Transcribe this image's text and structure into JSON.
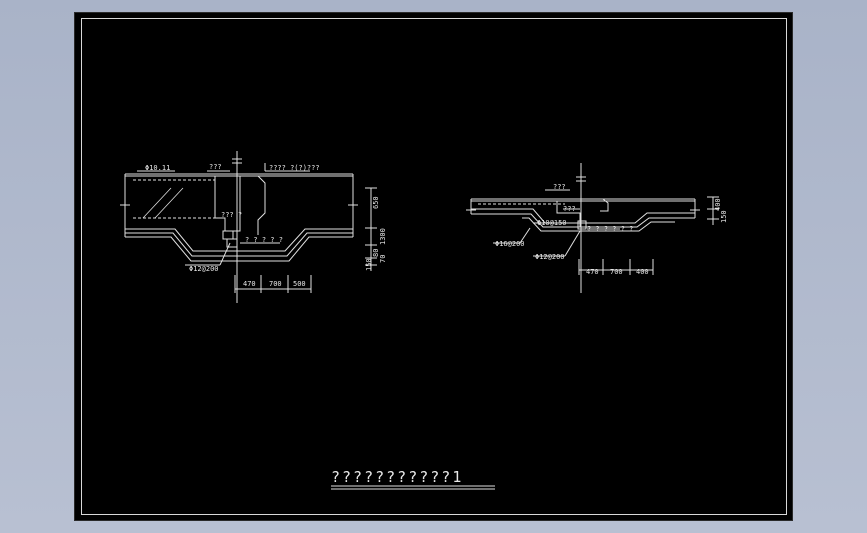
{
  "sheet_title": "???????????1",
  "left_detail": {
    "label_top_left": "Φ10.11",
    "label_top_mid": "???",
    "label_top_right": "???? ?(?)???",
    "label_inner": "??? ?",
    "label_right": "? ? ? ? ?",
    "rebar_label": "Φ12@200",
    "dim_h": [
      "470",
      "700",
      "500"
    ],
    "dim_v": [
      "650",
      "70",
      "1300",
      "80",
      "150"
    ]
  },
  "right_detail": {
    "label_top": "???",
    "label_inner": "???",
    "label_mid": "Φ10@150",
    "label_right": "? ? ? ? ? ?",
    "rebar_label_1": "Φ16@200",
    "rebar_label_2": "Φ12@200",
    "dim_h": [
      "470",
      "700",
      "400"
    ],
    "dim_v": [
      "400",
      "150"
    ]
  }
}
